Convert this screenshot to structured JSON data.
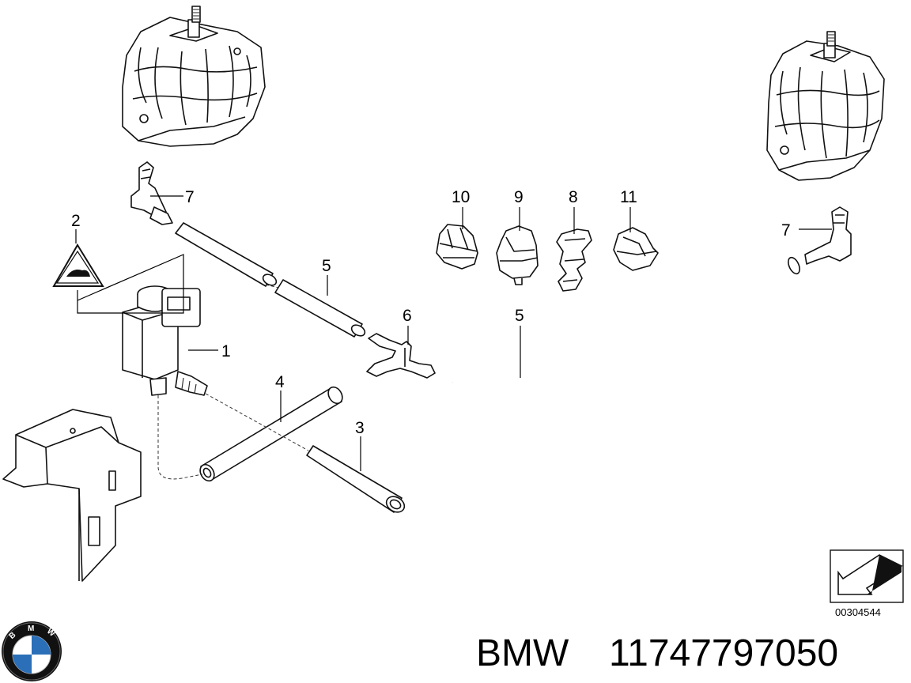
{
  "callouts": {
    "c1": "1",
    "c2": "2",
    "c3": "3",
    "c4": "4",
    "c5a": "5",
    "c5b": "5",
    "c6": "6",
    "c7a": "7",
    "c7b": "7",
    "c8": "8",
    "c9": "9",
    "c10": "10",
    "c11": "11"
  },
  "diagram_code": "00304544",
  "footer": {
    "brand": "BMW",
    "part_number": "11747797050"
  },
  "logo": {
    "letters": [
      "B",
      "M",
      "W"
    ],
    "colors": {
      "ring": "#111111",
      "blue": "#2a6fb8",
      "white": "#ffffff"
    }
  },
  "icons": [
    "engine-mount-left-icon",
    "engine-mount-right-icon",
    "warning-triangle-icon",
    "solenoid-valve-icon",
    "bracket-icon",
    "direction-arrow-icon",
    "bmw-logo-icon"
  ]
}
